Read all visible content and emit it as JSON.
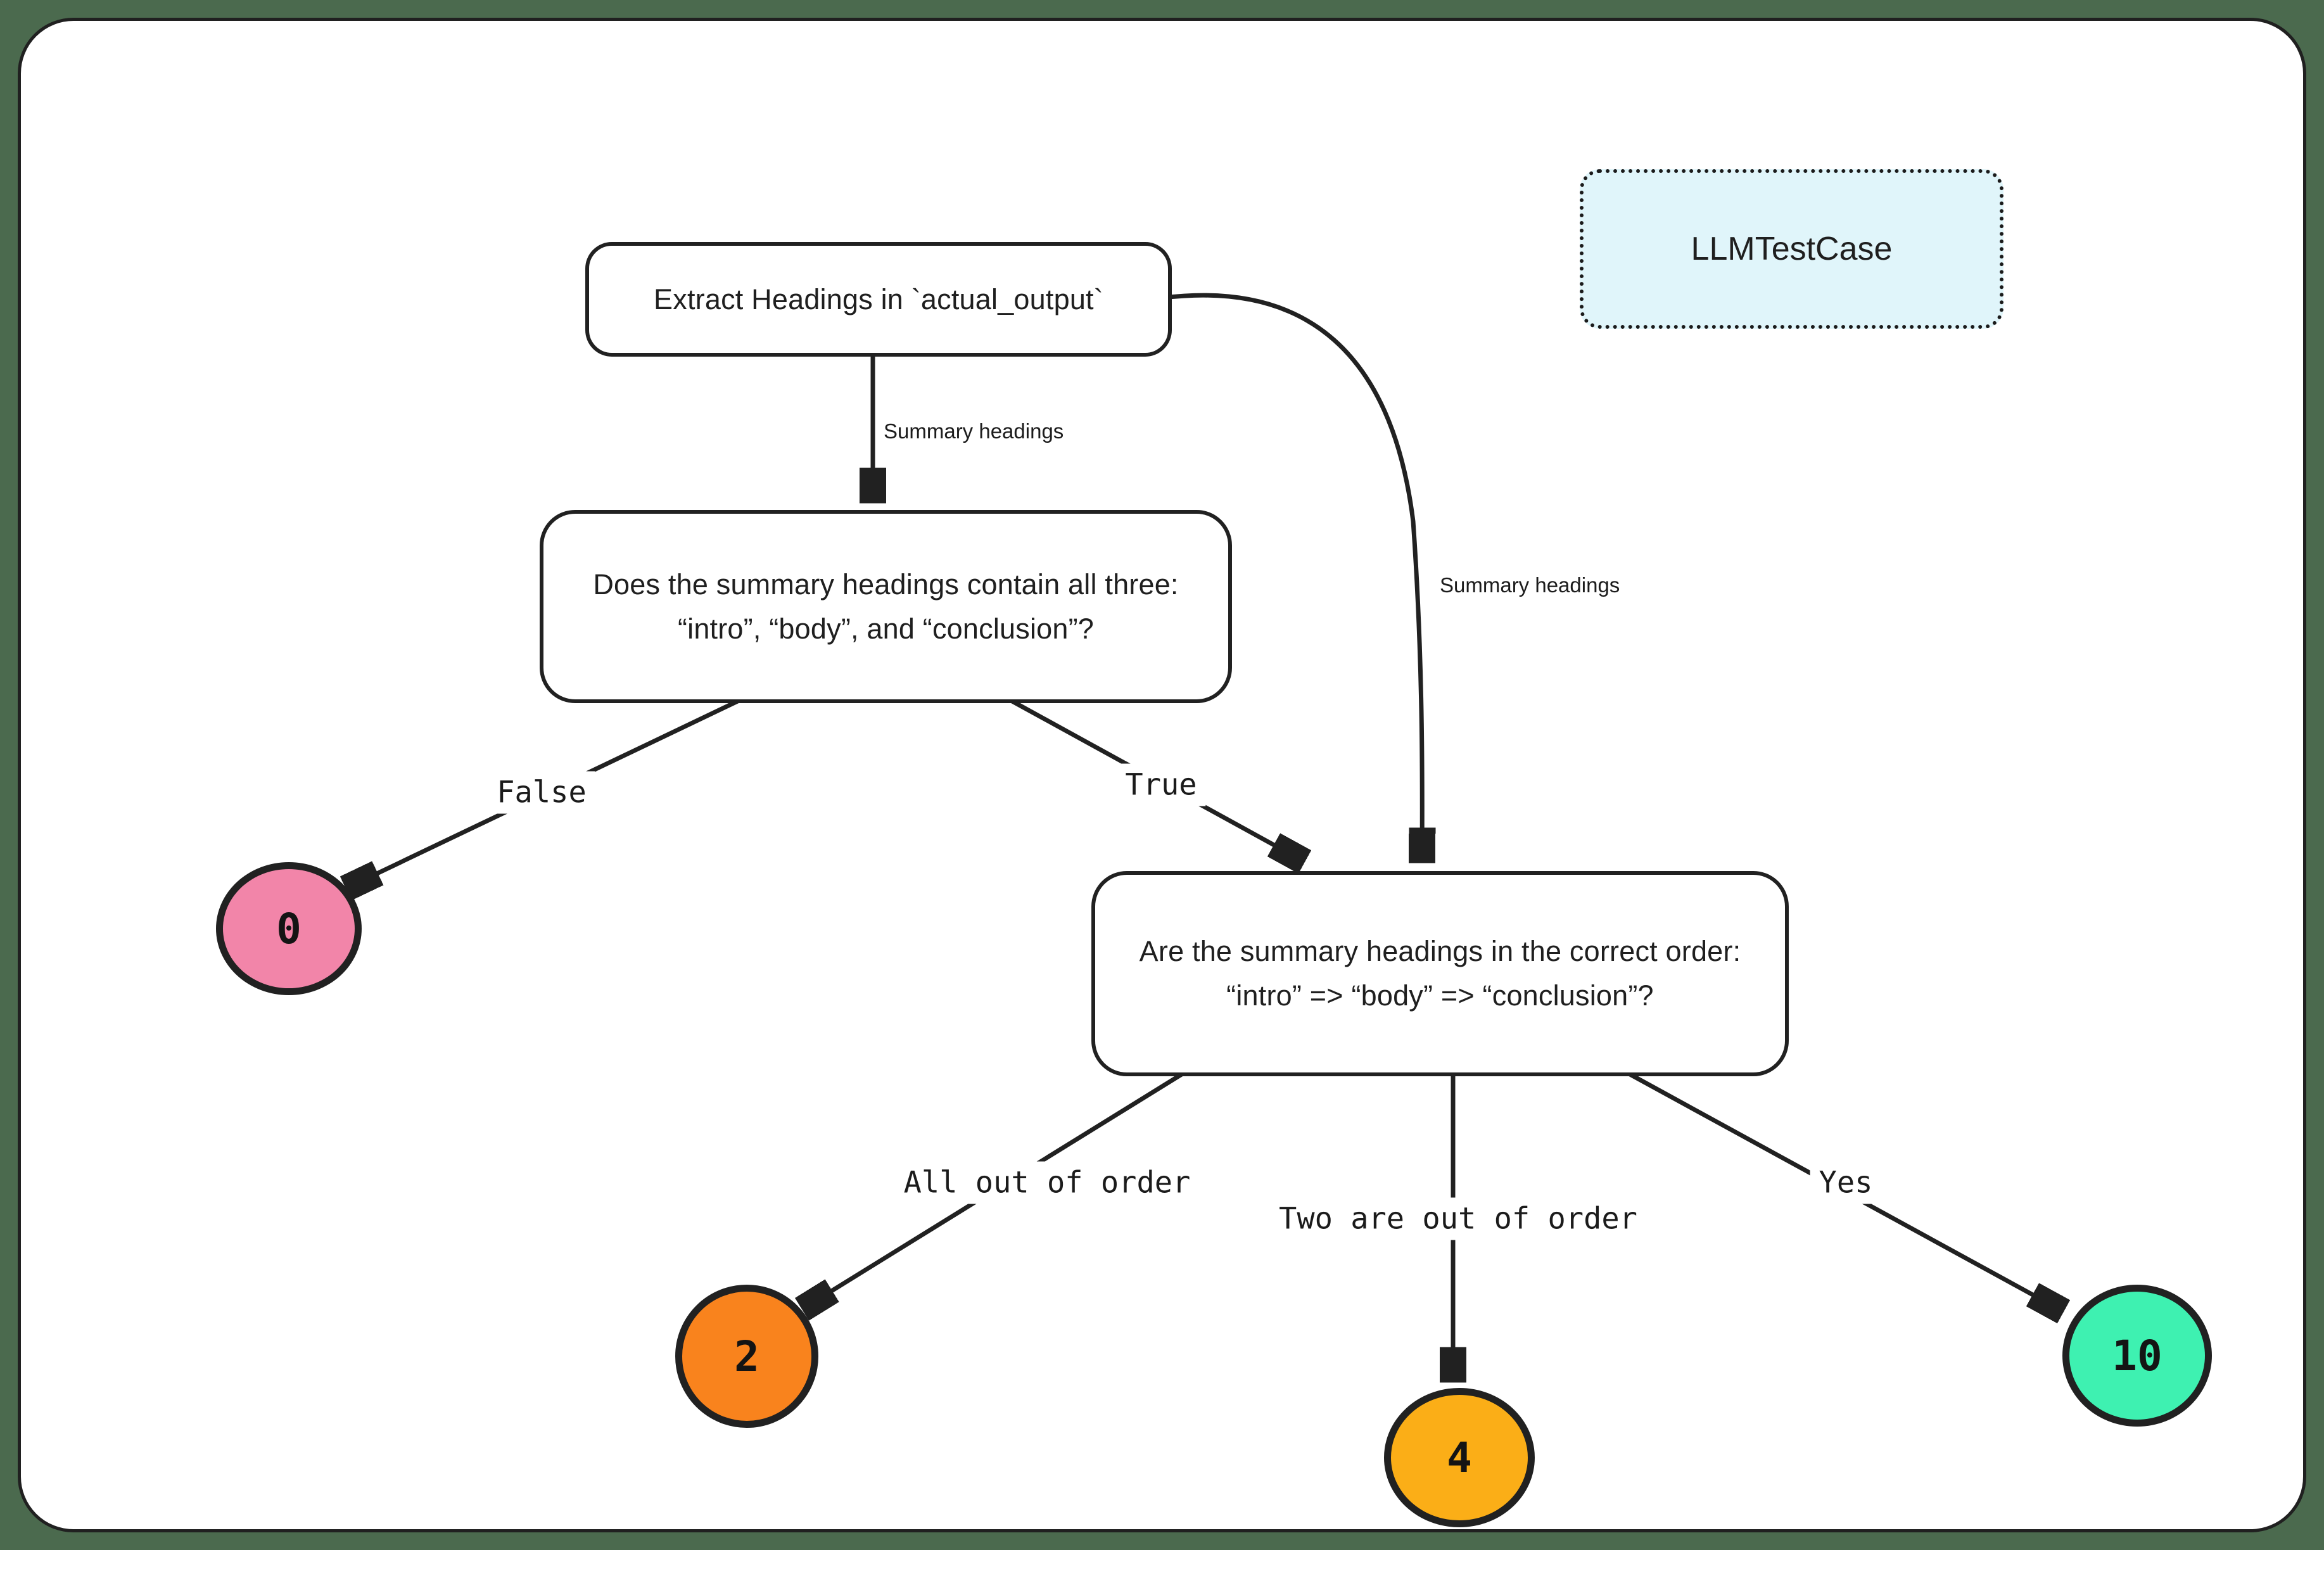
{
  "diagram": {
    "testcase_badge": {
      "label": "LLMTestCase"
    },
    "nodes": {
      "extract": {
        "text": "Extract Headings in `actual_output`"
      },
      "contains": {
        "text": "Does the summary headings contain all three:\n“intro”, “body”, and “conclusion”?"
      },
      "order": {
        "text": "Are the summary headings in the correct order:\n“intro” => “body” => “conclusion”?"
      }
    },
    "edge_labels": {
      "summary_headings_1": "Summary headings",
      "summary_headings_2": "Summary headings",
      "false_branch": "False",
      "true_branch": "True",
      "all_out_of_order": "All out of order",
      "two_out_of_order": "Two are out of order",
      "yes_branch": "Yes"
    },
    "scores": {
      "zero": {
        "value": "0",
        "color": "#f285a9"
      },
      "two": {
        "value": "2",
        "color": "#f9831d"
      },
      "four": {
        "value": "4",
        "color": "#fbae17"
      },
      "ten": {
        "value": "10",
        "color": "#3ef1b1"
      }
    },
    "colors": {
      "background": "#4b6a4e",
      "card": "#ffffff",
      "stroke": "#212121",
      "testcase_fill": "#e0f5fa"
    }
  }
}
